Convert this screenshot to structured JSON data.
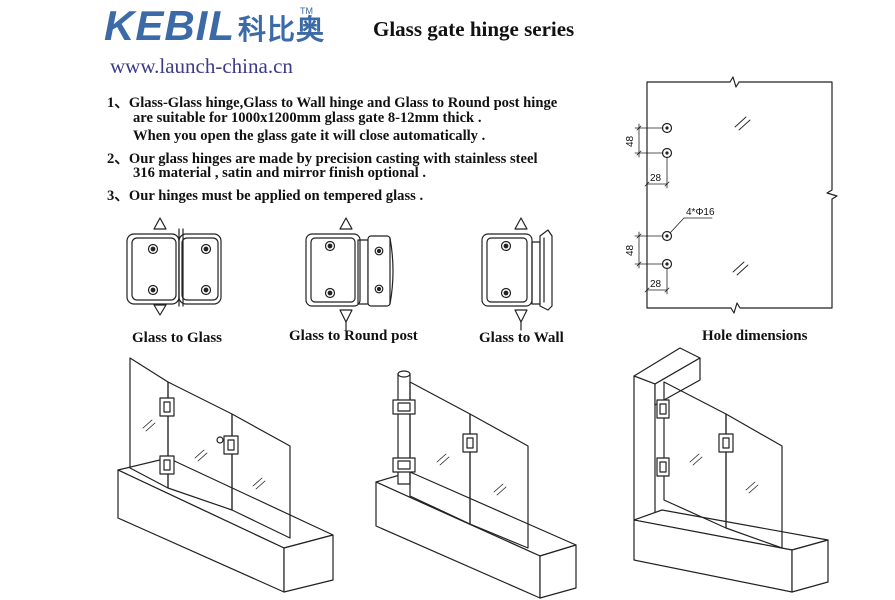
{
  "logo": {
    "word": "KEBIL",
    "chinese": "科比奥",
    "tm": "TM"
  },
  "website": "www.launch-china.cn",
  "title": "Glass gate hinge series",
  "features": [
    "1、Glass-Glass hinge,Glass to Wall hinge and  Glass to Round post hinge",
    "are suitable for 1000x1200mm glass gate 8-12mm thick .",
    "When you open the glass gate it will close automatically .",
    "2、Our glass hinges are made by precision casting with stainless steel",
    "316 material , satin and mirror finish optional .",
    "3、Our hinges must be applied on tempered glass ."
  ],
  "captions": {
    "glass_to_glass": "Glass to Glass",
    "glass_to_round_post": "Glass to Round post",
    "glass_to_wall": "Glass to Wall",
    "hole_dimensions": "Hole dimensions"
  },
  "dimensions": {
    "spacing": "48",
    "edge": "28",
    "holes": "4*Φ16"
  },
  "colors": {
    "brand": "#3b6aa6",
    "url": "#3b3b8a",
    "line": "#222222"
  }
}
